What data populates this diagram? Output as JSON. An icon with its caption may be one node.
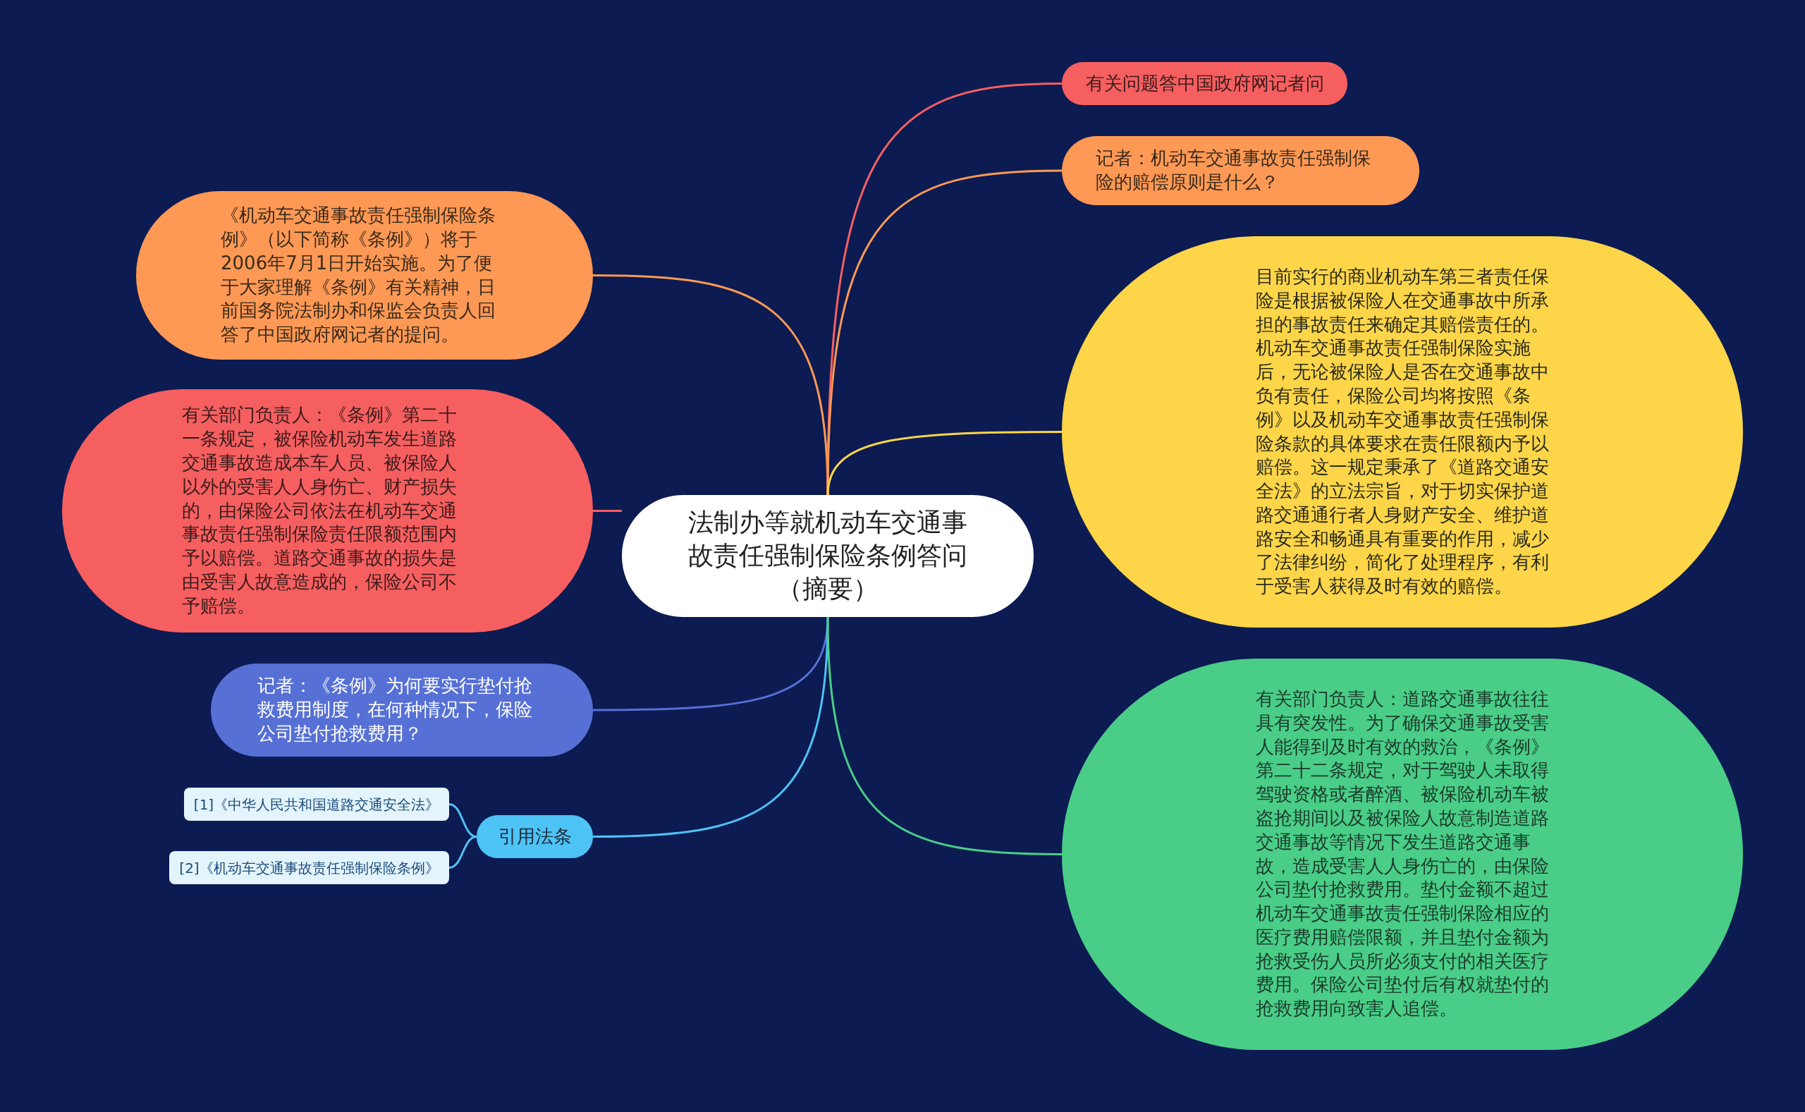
{
  "diagram": {
    "nodes": [
      {
        "text": [
          "法制办等就机动车交通事故责任强制保险条例答问（摘要）"
        ]
      },
      {
        "text": [
          "《机动车交通事故责任强制保险条例》（以下简称《条例》）将于2006年7月1日开始实施。为了便于大家理解《条例》有关精神，日前国务院法制办和保监会负责人回答了中国政府网记者的提问。"
        ]
      },
      {
        "text": [
          "有关部门负责人：《条例》第二十一条规定，被保险机动车发生道路交通事故造成本车人员、被保险人以外的受害人人身伤亡、财产损失的，由保险公司依法在机动车交通事故责任强制保险责任限额范围内予以赔偿。道路交通事故的损失是由受害人故意造成的，保险公司不予赔偿。"
        ]
      },
      {
        "text": [
          "记者：《条例》为何要实行垫付抢救费用制度，在何种情况下，保险公司垫付抢救费用？"
        ]
      },
      {
        "text": [
          "引用法条"
        ]
      },
      {
        "text": [
          "[1]《中华人民共和国道路交通安全法》"
        ]
      },
      {
        "text": [
          "[2]《机动车交通事故责任强制保险条例》"
        ]
      },
      {
        "text": [
          "有关问题答中国政府网记者问"
        ]
      },
      {
        "text": [
          "记者：机动车交通事故责任强制保险的赔偿原则是什么？"
        ]
      },
      {
        "text": [
          "目前实行的商业机动车第三者责任保险是根据被保险人在交通事故中所承担的事故责任来确定其赔偿责任的。机动车交通事故责任强制保险实施后，无论被保险人是否在交通事故中负有责任，保险公司均将按照《条例》以及机动车交通事故责任强制保险条款的具体要求在责任限额内予以赔偿。这一规定秉承了《道路交通安全法》的立法宗旨，对于切实保护道路交通通行者人身财产安全、维护道路安全和畅通具有重要的作用，减少了法律纠纷，简化了处理程序，有利于受害人获得及时有效的赔偿。"
        ]
      },
      {
        "text": [
          "有关部门负责人：道路交通事故往往具有突发性。为了确保交通事故受害人能得到及时有效的救治，《条例》第二十二条规定，对于驾驶人未取得驾驶资格或者醉酒、被保险机动车被盗抢期间以及被保险人故意制造道路交通事故等情况下发生道路交通事故，造成受害人人身伤亡的，由保险公司垫付抢救费用。垫付金额不超过机动车交通事故责任强制保险相应的医疗费用赔偿限额，并且垫付金额为抢救受伤人员所必须支付的相关医疗费用。保险公司垫付后有权就垫付的抢救费用向致害人追偿。"
        ]
      }
    ],
    "edges": [
      {
        "from": 0,
        "to": 1,
        "arrow": "none",
        "color": "#fe9955"
      },
      {
        "from": 0,
        "to": 2,
        "arrow": "none",
        "color": "#f65f60"
      },
      {
        "from": 0,
        "to": 3,
        "arrow": "none",
        "color": "#5670d5"
      },
      {
        "from": 0,
        "to": 4,
        "arrow": "none",
        "color": "#4ec3f5"
      },
      {
        "from": 4,
        "to": 5,
        "arrow": "none",
        "color": "#4ec3f5"
      },
      {
        "from": 4,
        "to": 6,
        "arrow": "none",
        "color": "#4ec3f5"
      },
      {
        "from": 0,
        "to": 7,
        "arrow": "none",
        "color": "#f65f60"
      },
      {
        "from": 0,
        "to": 8,
        "arrow": "none",
        "color": "#fe9955"
      },
      {
        "from": 0,
        "to": 9,
        "arrow": "none",
        "color": "#fdd549"
      },
      {
        "from": 0,
        "to": 10,
        "arrow": "none",
        "color": "#4acd87"
      }
    ]
  }
}
